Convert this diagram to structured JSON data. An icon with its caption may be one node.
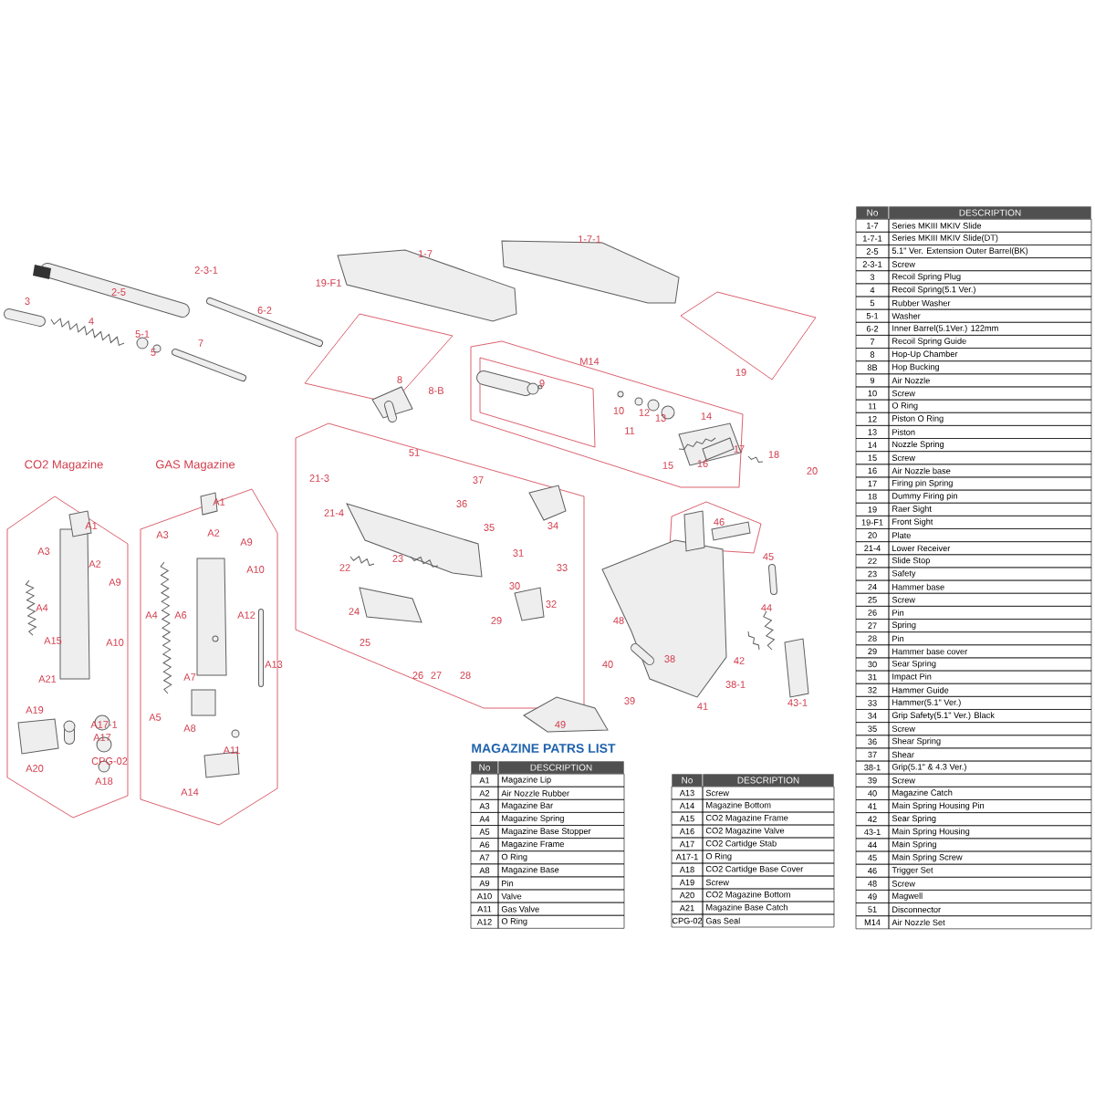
{
  "diagram": {
    "labels": [
      "19-F1",
      "1-7",
      "1-7-1",
      "2-3-1",
      "2-5",
      "3",
      "4",
      "6-2",
      "5-1",
      "5",
      "7",
      "8",
      "8-B",
      "M14",
      "9",
      "10",
      "11",
      "12",
      "13",
      "14",
      "15",
      "16",
      "17",
      "18",
      "19",
      "20",
      "21-3",
      "51",
      "21-4",
      "37",
      "36",
      "35",
      "34",
      "22",
      "23",
      "31",
      "33",
      "30",
      "32",
      "24",
      "29",
      "25",
      "26",
      "27",
      "28",
      "49",
      "46",
      "45",
      "44",
      "48",
      "38",
      "42",
      "40",
      "38-1",
      "39",
      "41",
      "43-1",
      "CO2 Magazine",
      "GAS Magazine",
      "A1",
      "A3",
      "A2",
      "A9",
      "A4",
      "A15",
      "A10",
      "A21",
      "A19",
      "A17-1",
      "A17",
      "CPG-02",
      "A20",
      "A18",
      "A1",
      "A3",
      "A2",
      "A9",
      "A10",
      "A4",
      "A6",
      "A12",
      "A13",
      "A7",
      "A5",
      "A8",
      "A11",
      "A14",
      "No",
      "DESCRIPTION",
      "1-7",
      "Series MKIII MKIV Slide",
      "1-7-1",
      "Series MKIII MKIV Slide(DT)",
      "2-5",
      "5.1\" Ver. Extension Outer Barrel(BK)",
      "2-3-1",
      "Screw",
      "3",
      "Recoil Spring Plug",
      "4",
      "Recoil Spring(5.1 Ver.)",
      "5",
      "Rubber Washer",
      "5-1",
      "Washer",
      "6-2",
      "Inner Barrel(5.1Ver.) 122mm",
      "7",
      "Recoil Spring Guide",
      "8",
      "Hop-Up Chamber",
      "8B",
      "Hop Bucking",
      "9",
      "Air Nozzle",
      "10",
      "Screw",
      "11",
      "O Ring",
      "12",
      "Piston O Ring",
      "13",
      "Piston",
      "14",
      "Nozzle Spring",
      "15",
      "Screw",
      "16",
      "Air Nozzle base",
      "17",
      "Firing pin Spring",
      "18",
      "Dummy Firing pin",
      "19",
      "Raer Sight",
      "19-F1",
      "Front Sight",
      "20",
      "Plate",
      "21-4",
      "Lower Receiver",
      "22",
      "Slide Stop",
      "23",
      "Safety",
      "24",
      "Hammer base",
      "25",
      "Screw",
      "26",
      "Pin",
      "27",
      "Spring",
      "28",
      "Pin",
      "29",
      "Hammer base cover",
      "30",
      "Sear Spring",
      "31",
      "Impact Pin",
      "32",
      "Hammer Guide",
      "33",
      "Hammer(5.1\" Ver.)",
      "34",
      "Grip Safety(5.1\" Ver.) Black",
      "35",
      "Screw",
      "36",
      "Shear Spring",
      "37",
      "Shear",
      "38-1",
      "Grip(5.1\" & 4.3 Ver.)",
      "39",
      "Screw",
      "40",
      "Magazine Catch",
      "41",
      "Main Spring Housing Pin",
      "42",
      "Sear Spring",
      "43-1",
      "Main Spring Housing",
      "44",
      "Main Spring",
      "45",
      "Main Spring Screw",
      "46",
      "Trigger Set",
      "48",
      "Screw",
      "49",
      "Magwell",
      "51",
      "Disconnector",
      "M14",
      "Air Nozzle Set",
      "MAGAZINE PATRS LIST",
      "No",
      "DESCRIPTION",
      "A1",
      "Magazine Lip",
      "A2",
      "Air Nozzle Rubber",
      "A3",
      "Magazine Bar",
      "A4",
      "Magazine Spring",
      "A5",
      "Magazine Base Stopper",
      "A6",
      "Magazine Frame",
      "A7",
      "O Ring",
      "A8",
      "Magazine Base",
      "A9",
      "Pin",
      "A10",
      "Valve",
      "A11",
      "Gas Valve",
      "A12",
      "O Ring",
      "No",
      "DESCRIPTION",
      "A13",
      "Screw",
      "A14",
      "Magazine Bottom",
      "A15",
      "CO2 Magazine Frame",
      "A16",
      "CO2 Magazine Valve",
      "A17",
      "CO2 Cartidge Stab",
      "A17-1",
      "O Ring",
      "A18",
      "CO2 Cartidge Base Cover",
      "A19",
      "Screw",
      "A20",
      "CO2 Magazine Bottom",
      "A21",
      "Magazine Base Catch",
      "CPG-02",
      "Gas Seal"
    ]
  }
}
